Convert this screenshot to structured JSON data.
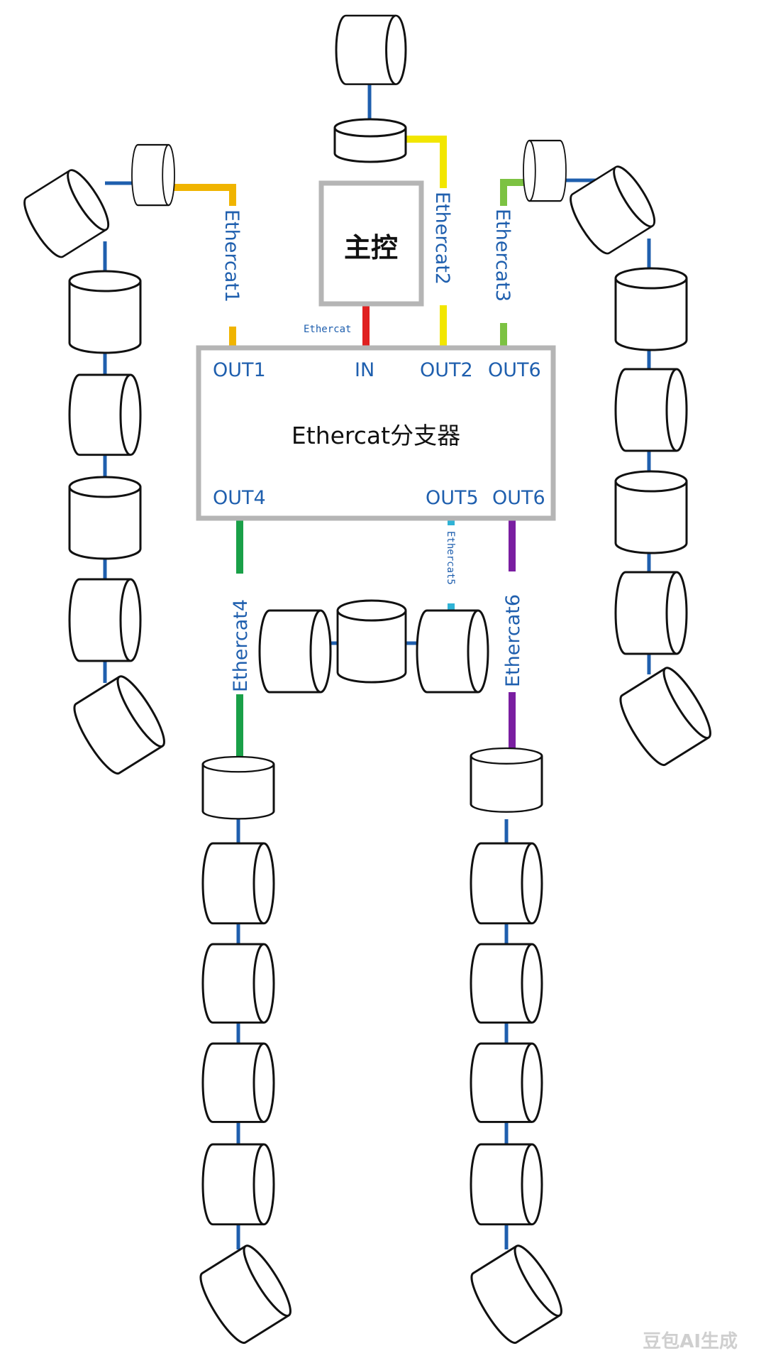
{
  "controller": {
    "label": "主控"
  },
  "splitter": {
    "label": "Ethercat分支器"
  },
  "ports": {
    "out1": "OUT1",
    "in": "IN",
    "out2": "OUT2",
    "out6_top": "OUT6",
    "out4": "OUT4",
    "out5": "OUT5",
    "out6_bottom": "OUT6"
  },
  "buses": {
    "ethercat1": "Ethercat1",
    "ethercat2": "Ethercat2",
    "ethercat3": "Ethercat3",
    "ethercat4": "Ethercat4",
    "ethercat5": "Ethercat5",
    "ethercat6": "Ethercat6",
    "ethercat_in": "Ethercat"
  },
  "colors": {
    "ethercat1": "#f0b400",
    "ethercat2": "#f2e600",
    "ethercat3": "#7cc242",
    "ethercat_in": "#e02020",
    "ethercat4": "#1aa048",
    "ethercat5": "#2fb3d6",
    "ethercat6": "#7a1ea1",
    "joint_link": "#1f5fae",
    "box_border": "#b5b5b5"
  },
  "watermark": "豆包AI生成"
}
